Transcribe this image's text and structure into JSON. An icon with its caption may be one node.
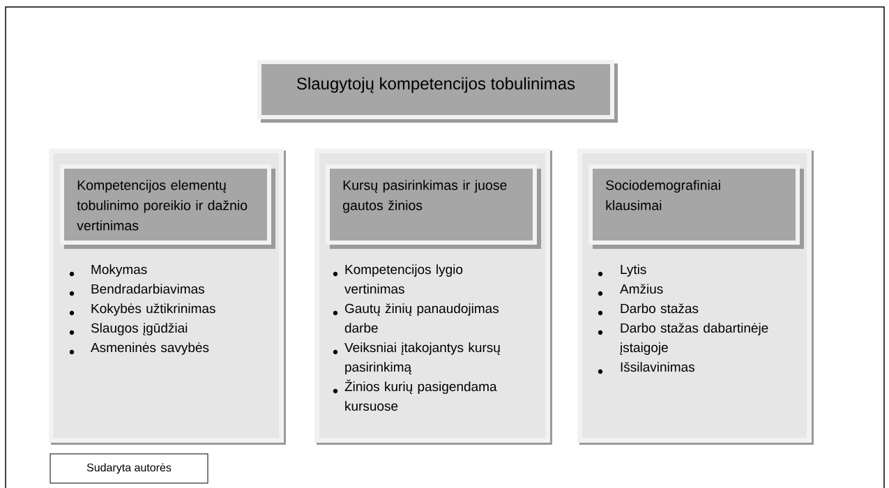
{
  "diagram": {
    "nodes": [
      {
        "text": [
          "Slaugytojų kompetencijos tobulinimas"
        ]
      },
      {
        "text": [
          "Mokymas",
          "Bendradarbiavimas",
          "Kokybės užtikrinimas",
          "Slaugos įgūdžiai",
          "Asmeninės savybės"
        ]
      },
      {
        "text": [
          "Kompetencijos elementų tobulinimo poreikio ir dažnio vertinimas"
        ],
        "in": 1
      },
      {
        "text": [
          "Kompetencijos lygio vertinimas",
          "Gautų žinių panaudojimas darbe",
          "Veiksniai įtakojantys kursų pasirinkimą",
          "Žinios kurių pasigendama kursuose"
        ]
      },
      {
        "text": [
          "Kursų pasirinkimas ir juose gautos žinios"
        ],
        "in": 3
      },
      {
        "text": [
          "Lytis",
          "Amžius",
          "Darbo stažas",
          "Darbo stažas dabartinėje įstaigoje",
          "Išsilavinimas"
        ]
      },
      {
        "text": [
          "Sociodemografiniai klausimai"
        ],
        "in": 5
      },
      {
        "text": [
          "Sudaryta autorės"
        ]
      }
    ]
  }
}
